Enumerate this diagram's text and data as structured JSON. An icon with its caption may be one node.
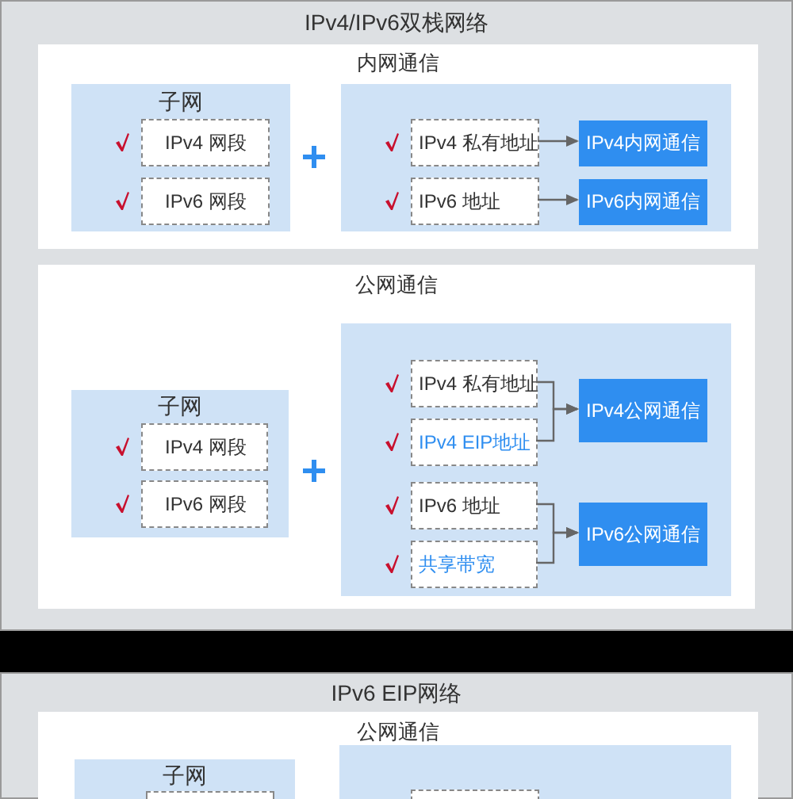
{
  "diagram": {
    "nodes": [
      {
        "text": [
          "IPv4/IPv6双栈网络"
        ]
      },
      {
        "text": [
          "内网通信"
        ],
        "in": 0
      },
      {
        "text": [
          "子网"
        ],
        "in": 1
      },
      {
        "text": [
          "IPv4 网段"
        ],
        "in": 2
      },
      {
        "text": [
          "IPv6 网段"
        ],
        "in": 2
      },
      {
        "text": [],
        "shape": "box",
        "in": 1
      },
      {
        "text": [
          "IPv4 私有地址"
        ],
        "in": 5
      },
      {
        "text": [
          "IPv6 地址"
        ],
        "in": 5
      },
      {
        "text": [
          "IPv4内网通信"
        ],
        "in": 5
      },
      {
        "text": [
          "IPv6内网通信"
        ],
        "in": 5
      },
      {
        "text": [
          "公网通信"
        ],
        "in": 0
      },
      {
        "text": [
          "子网"
        ],
        "in": 10
      },
      {
        "text": [
          "IPv4 网段"
        ],
        "in": 11
      },
      {
        "text": [
          "IPv6 网段"
        ],
        "in": 11
      },
      {
        "text": [],
        "shape": "box",
        "in": 10
      },
      {
        "text": [
          "IPv4 私有地址"
        ],
        "in": 14
      },
      {
        "text": [
          "IPv4 EIP地址"
        ],
        "in": 14
      },
      {
        "text": [
          "IPv6 地址"
        ],
        "in": 14
      },
      {
        "text": [
          "共享带宽"
        ],
        "in": 14
      },
      {
        "text": [
          "IPv4公网通信"
        ],
        "in": 14
      },
      {
        "text": [
          "IPv6公网通信"
        ],
        "in": 14
      },
      {
        "text": [
          "IPv6 EIP网络"
        ]
      },
      {
        "text": [
          "公网通信"
        ],
        "in": 21
      },
      {
        "text": [
          "子网"
        ],
        "in": 22
      },
      {
        "text": [],
        "shape": "box",
        "in": 23
      },
      {
        "text": [],
        "shape": "box",
        "in": 22
      },
      {
        "text": [],
        "shape": "box",
        "in": 25
      }
    ],
    "edges": [
      {
        "from": 6,
        "to": 8,
        "arrow": "to"
      },
      {
        "from": 7,
        "to": 9,
        "arrow": "to"
      },
      {
        "from": 15,
        "to": 19,
        "arrow": "to"
      },
      {
        "from": 16,
        "to": 19,
        "arrow": "to"
      },
      {
        "from": 17,
        "to": 20,
        "arrow": "to"
      },
      {
        "from": 18,
        "to": 20,
        "arrow": "to"
      }
    ]
  }
}
